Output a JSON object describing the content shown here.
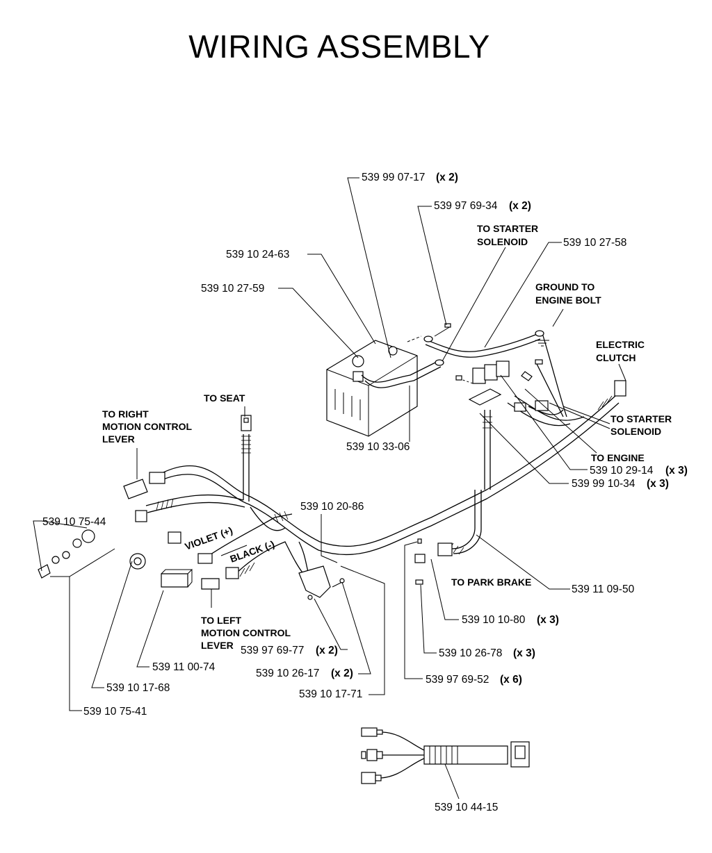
{
  "title": "WIRING ASSEMBLY",
  "parts": {
    "p1": {
      "number": "539 99 07-17",
      "qty": "(x 2)"
    },
    "p2": {
      "number": "539 97 69-34",
      "qty": "(x 2)"
    },
    "p3": {
      "number": "539 10 27-58"
    },
    "p4": {
      "number": "539 10 24-63"
    },
    "p5": {
      "number": "539 10 27-59"
    },
    "p6": {
      "number": "539 10 33-06"
    },
    "p7": {
      "number": "539 10 29-14",
      "qty": "(x 3)"
    },
    "p8": {
      "number": "539 99 10-34",
      "qty": "(x 3)"
    },
    "p9": {
      "number": "539 10 75-44"
    },
    "p10": {
      "number": "539 10 20-86"
    },
    "p11": {
      "number": "539 11 09-50"
    },
    "p12": {
      "number": "539 10 10-80",
      "qty": "(x 3)"
    },
    "p13": {
      "number": "539 10 26-78",
      "qty": "(x 3)"
    },
    "p14": {
      "number": "539 97 69-52",
      "qty": "(x 6)"
    },
    "p15": {
      "number": "539 97 69-77",
      "qty": "(x 2)"
    },
    "p16": {
      "number": "539 10 26-17",
      "qty": "(x 2)"
    },
    "p17": {
      "number": "539 10 17-71"
    },
    "p18": {
      "number": "539 11 00-74"
    },
    "p19": {
      "number": "539 10 17-68"
    },
    "p20": {
      "number": "539 10 75-41"
    },
    "p21": {
      "number": "539 10 44-15"
    }
  },
  "callouts": {
    "to_starter_solenoid_top_1": "TO STARTER",
    "to_starter_solenoid_top_2": "SOLENOID",
    "ground_1": "GROUND TO",
    "ground_2": "ENGINE BOLT",
    "clutch_1": "ELECTRIC",
    "clutch_2": "CLUTCH",
    "to_starter_solenoid_right_1": "TO STARTER",
    "to_starter_solenoid_right_2": "SOLENOID",
    "to_engine": "TO ENGINE",
    "to_seat": "TO SEAT",
    "right_lever_1": "TO RIGHT",
    "right_lever_2": "MOTION CONTROL",
    "right_lever_3": "LEVER",
    "left_lever_1": "TO LEFT",
    "left_lever_2": "MOTION CONTROL",
    "left_lever_3": "LEVER",
    "violet": "VIOLET (+)",
    "black": "BLACK (-)",
    "to_park_brake": "TO PARK BRAKE"
  }
}
